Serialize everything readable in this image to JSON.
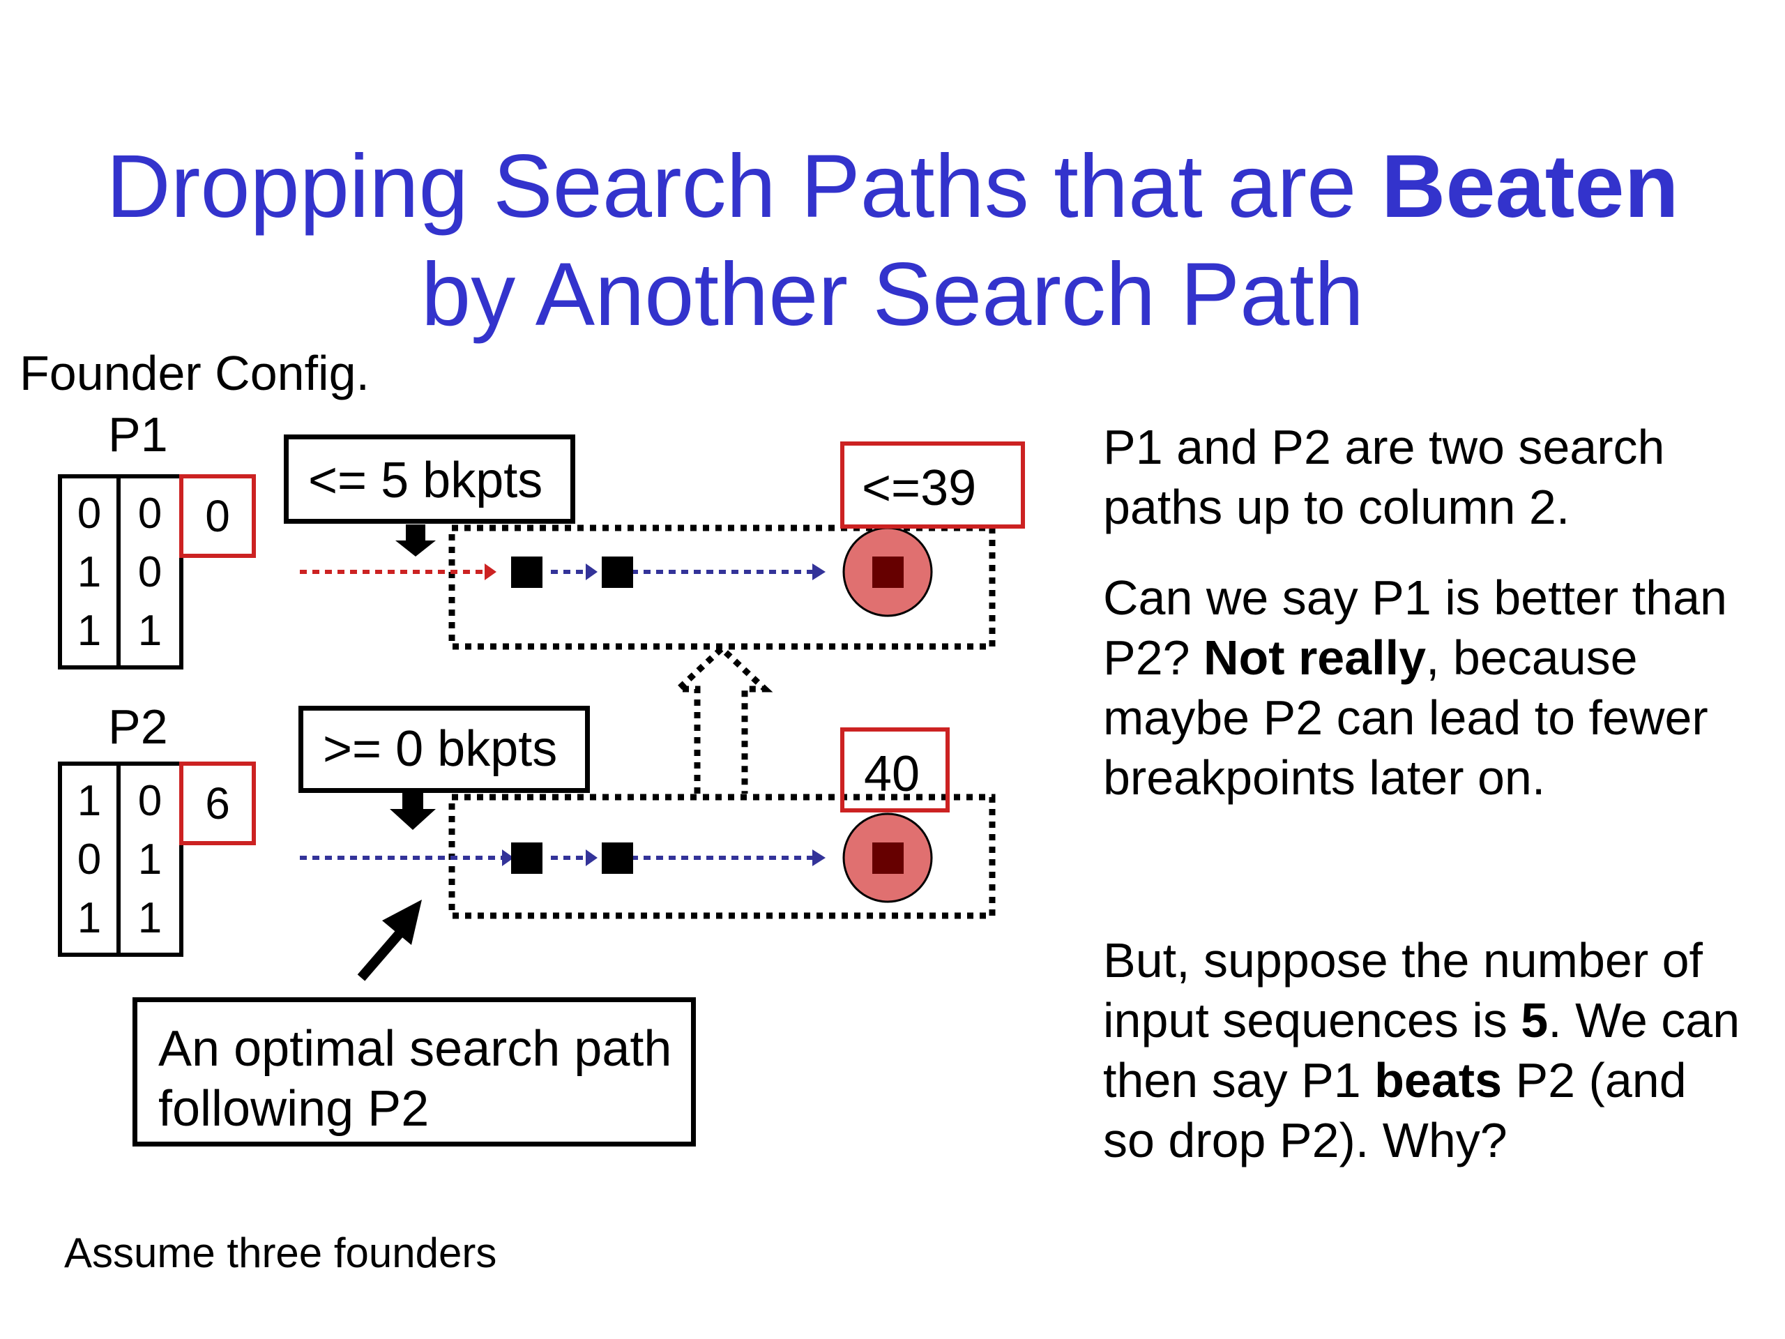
{
  "title": {
    "line1_prefix": "Dropping Search Paths that are ",
    "line1_bold": "Beaten",
    "line2": "by Another Search Path"
  },
  "colors": {
    "title": "#3333cc",
    "red": "#cc2222",
    "blue_dots": "#333399",
    "circle_fill": "#e07070",
    "circle_core": "#660000"
  },
  "left": {
    "founder_label": "Founder Config.",
    "p1": {
      "label": "P1",
      "columns": [
        [
          "0",
          "1",
          "1"
        ],
        [
          "0",
          "0",
          "1"
        ]
      ],
      "cost": "0"
    },
    "p2": {
      "label": "P2",
      "columns": [
        [
          "1",
          "0",
          "1"
        ],
        [
          "0",
          "1",
          "1"
        ]
      ],
      "cost": "6"
    }
  },
  "diagram": {
    "p1_bound": "<= 5 bkpts",
    "p1_total": "<=39",
    "p2_bound": ">= 0 bkpts",
    "p2_total": "40",
    "optimal_line1": "An optimal search path",
    "optimal_line2": "following P2"
  },
  "right": {
    "para1": [
      "P1 and P2 are two search",
      "paths up to column 2."
    ],
    "para2": {
      "l1": "Can we say P1 is better than",
      "l2_pre": "P2? ",
      "l2_bold": "Not really",
      "l2_post": ", because",
      "l3": "maybe P2 can lead to fewer",
      "l4": "breakpoints later on."
    },
    "para3": {
      "l1": "But, suppose the number of",
      "l2_pre": "input sequences is ",
      "l2_bold": "5",
      "l2_post": ". We can",
      "l3_pre": "then say P1 ",
      "l3_bold": "beats",
      "l3_post": " P2 (and",
      "l4": "so drop P2). Why?"
    }
  },
  "footnote": "Assume three founders"
}
